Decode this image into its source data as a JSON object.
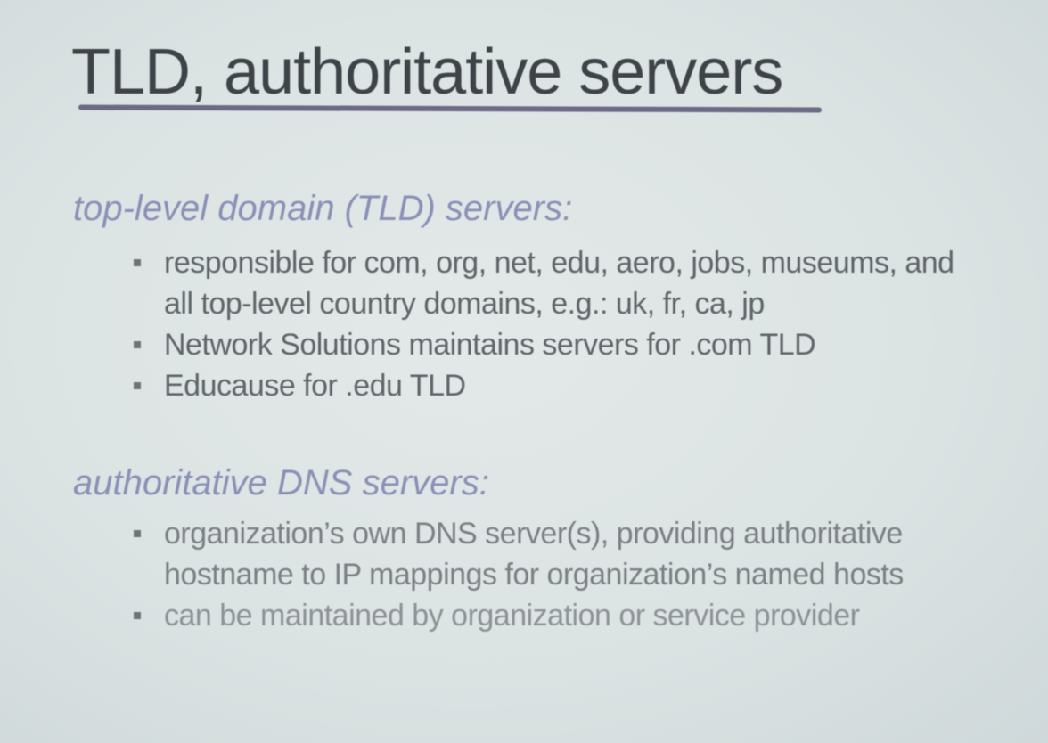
{
  "slide": {
    "title": "TLD, authoritative servers",
    "sections": [
      {
        "heading": "top-level domain (TLD) servers:",
        "bullets": [
          "responsible for com, org, net, edu, aero, jobs, museums, and all top-level country domains, e.g.: uk, fr, ca, jp",
          "Network Solutions maintains servers for .com TLD",
          "Educause for .edu TLD"
        ]
      },
      {
        "heading": "authoritative DNS servers:",
        "bullets": [
          "organization’s own DNS server(s), providing authoritative hostname to IP mappings for organization’s named hosts",
          "can be maintained by organization or service provider"
        ]
      }
    ]
  }
}
